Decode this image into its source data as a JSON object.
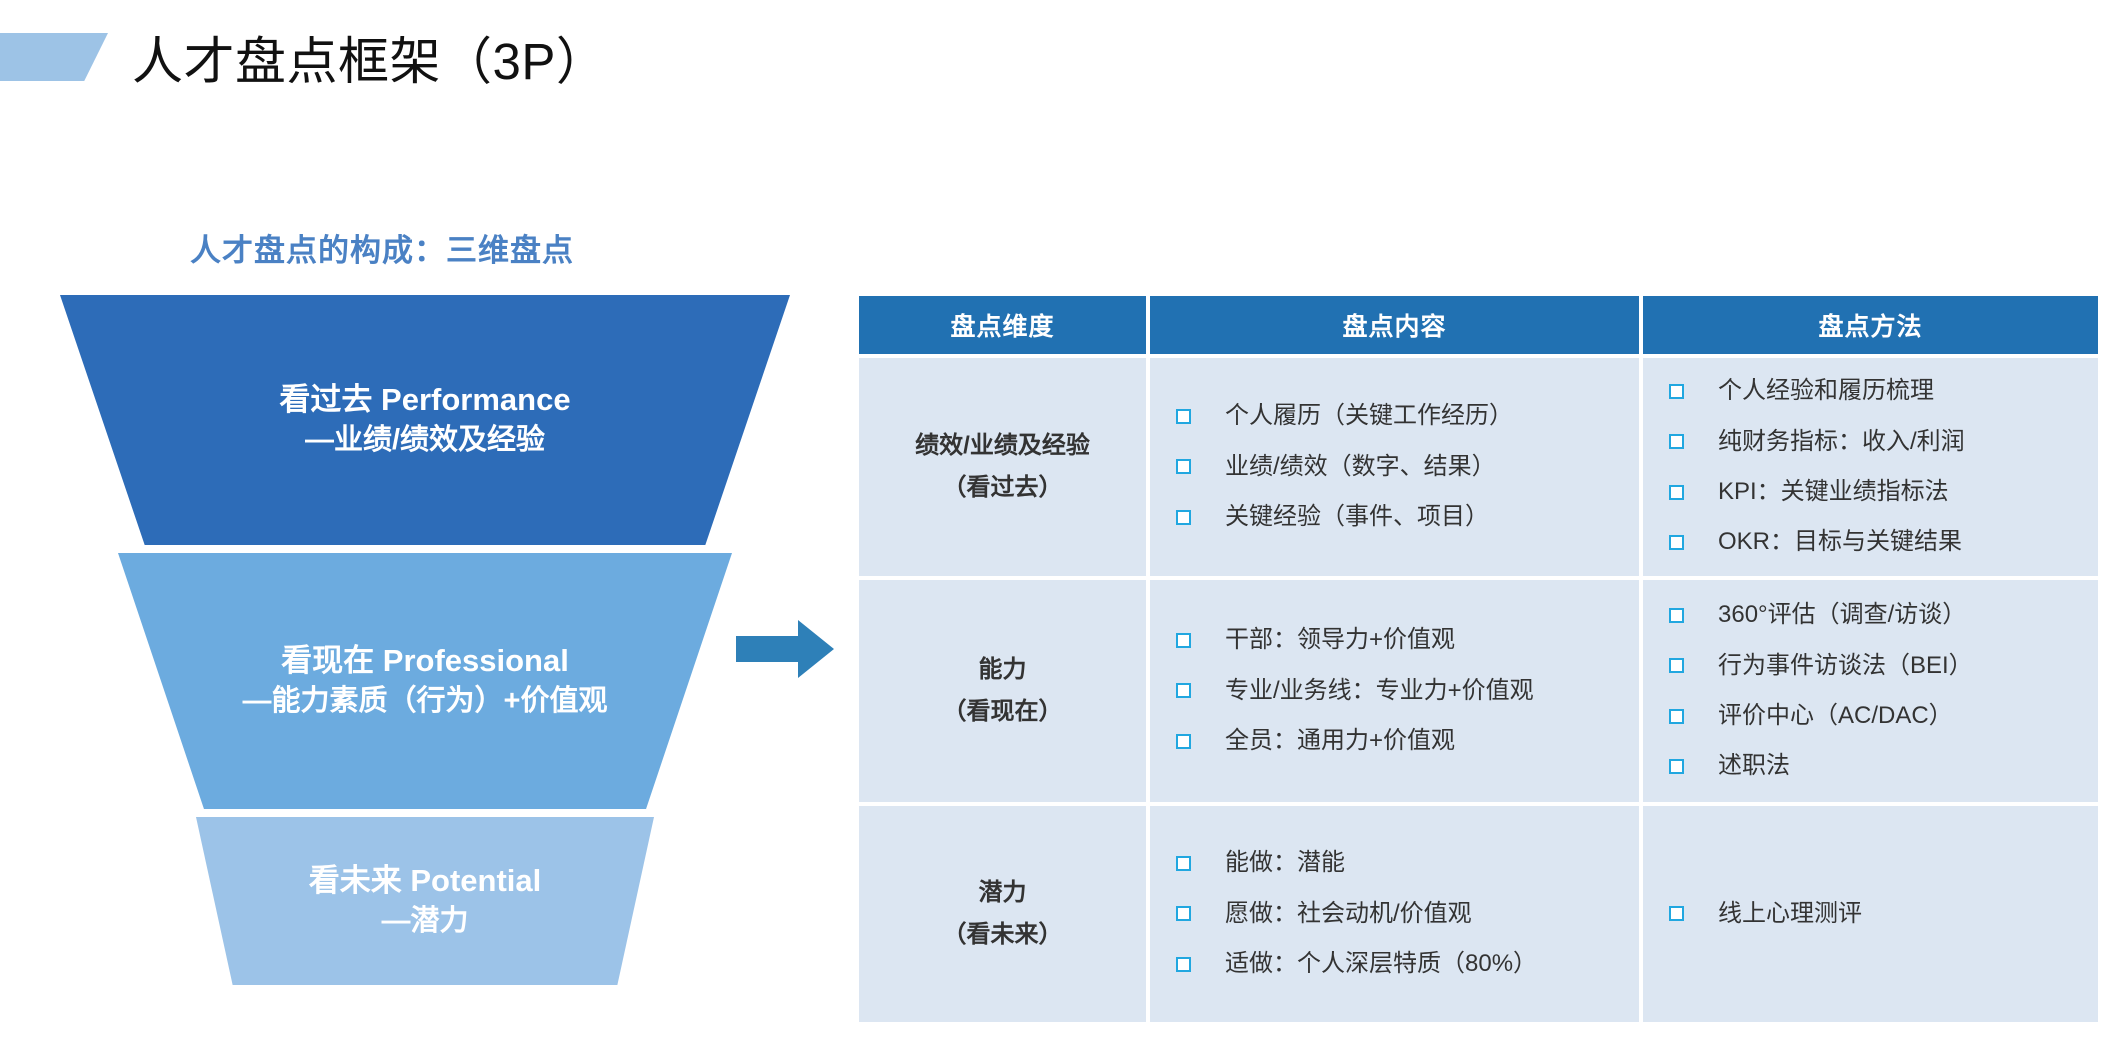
{
  "header": {
    "title": "人才盘点框架（3P）",
    "marker_color": "#9dc3e6"
  },
  "left_panel": {
    "subtitle": "人才盘点的构成：三维盘点",
    "subtitle_color": "#4a81c4",
    "funnel": [
      {
        "main": "看过去 Performance",
        "sub": "—业绩/绩效及经验",
        "color": "#2d6cb8"
      },
      {
        "main": "看现在 Professional",
        "sub": "—能力素质（行为）+价值观",
        "color": "#6cabdf"
      },
      {
        "main": "看未来 Potential",
        "sub": "—潜力",
        "color": "#9cc3e8"
      }
    ],
    "arrow_color": "#2e80b8"
  },
  "table": {
    "header_color": "#2171b2",
    "cell_color": "#dce6f2",
    "bullet_color": "#21a7e0",
    "columns": [
      "盘点维度",
      "盘点内容",
      "盘点方法"
    ],
    "rows": [
      {
        "dimension_main": "绩效/业绩及经验",
        "dimension_sub": "（看过去）",
        "content": [
          "个人履历（关键工作经历）",
          "业绩/绩效（数字、结果）",
          "关键经验（事件、项目）"
        ],
        "method": [
          "个人经验和履历梳理",
          "纯财务指标：收入/利润",
          "KPI：关键业绩指标法",
          "OKR：目标与关键结果"
        ]
      },
      {
        "dimension_main": "能力",
        "dimension_sub": "（看现在）",
        "content": [
          "干部：领导力+价值观",
          "专业/业务线：专业力+价值观",
          "全员：通用力+价值观"
        ],
        "method": [
          "360°评估（调查/访谈）",
          "行为事件访谈法（BEI）",
          "评价中心（AC/DAC）",
          "述职法"
        ]
      },
      {
        "dimension_main": "潜力",
        "dimension_sub": "（看未来）",
        "content": [
          "能做：潜能",
          "愿做：社会动机/价值观",
          "适做：个人深层特质（80%）"
        ],
        "method": [
          "线上心理测评"
        ]
      }
    ]
  }
}
